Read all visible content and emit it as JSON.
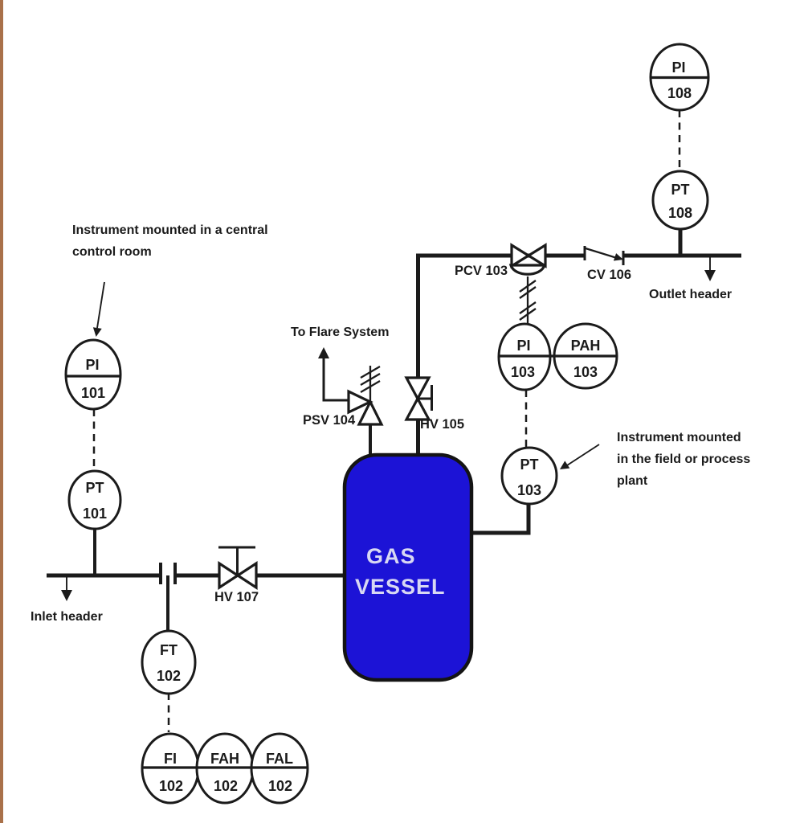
{
  "title": "Gas vessel piping and instrumentation diagram",
  "colors": {
    "background": "#ffffff",
    "line": "#1b1b1b",
    "accent_border": "#a9714a",
    "vessel_fill": "#1c13d6",
    "vessel_text": "#d8d8f3"
  },
  "vessel": {
    "line1": "GAS",
    "line2": "VESSEL"
  },
  "instruments": {
    "pi108": {
      "tag": "PI",
      "num": "108"
    },
    "pt108": {
      "tag": "PT",
      "num": "108"
    },
    "pi103": {
      "tag": "PI",
      "num": "103"
    },
    "pah103": {
      "tag": "PAH",
      "num": "103"
    },
    "pt103": {
      "tag": "PT",
      "num": "103"
    },
    "pi101": {
      "tag": "PI",
      "num": "101"
    },
    "pt101": {
      "tag": "PT",
      "num": "101"
    },
    "ft102": {
      "tag": "FT",
      "num": "102"
    },
    "fi102": {
      "tag": "FI",
      "num": "102"
    },
    "fah102": {
      "tag": "FAH",
      "num": "102"
    },
    "fal102": {
      "tag": "FAL",
      "num": "102"
    }
  },
  "valves": {
    "pcv103": {
      "label": "PCV 103"
    },
    "cv106": {
      "label": "CV 106"
    },
    "hv105": {
      "label": "HV 105"
    },
    "psv104": {
      "label": "PSV 104"
    },
    "hv107": {
      "label": "HV 107"
    }
  },
  "labels": {
    "flare": "To Flare System",
    "inlet_header": "Inlet header",
    "outlet_header": "Outlet header",
    "note_control_room_line1": "Instrument mounted in a central",
    "note_control_room_line2": "control  room",
    "note_field_line1": "Instrument mounted",
    "note_field_line2": "in the field or process",
    "note_field_line3": "plant"
  }
}
